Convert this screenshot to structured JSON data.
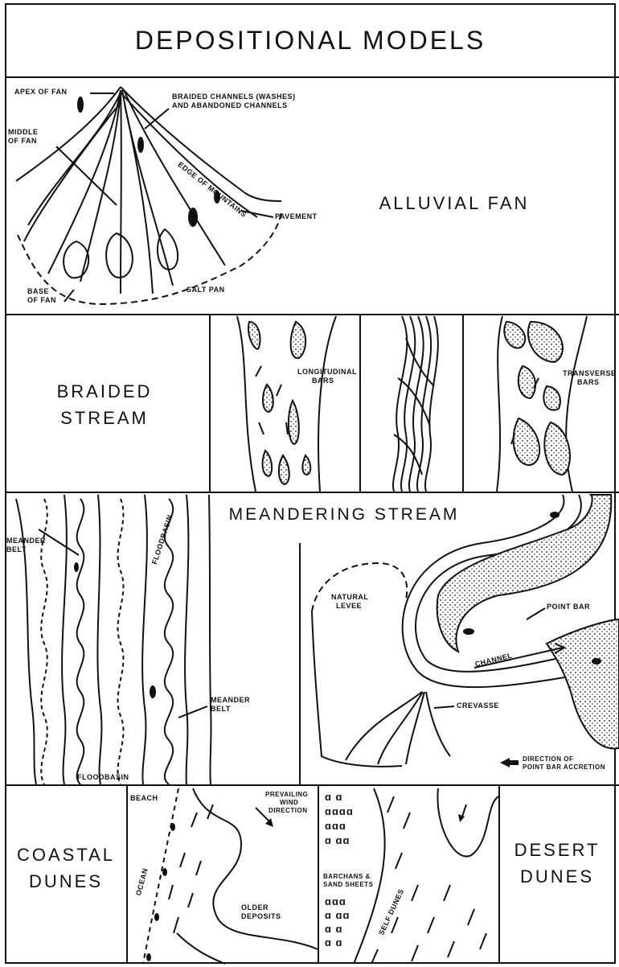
{
  "title": "DEPOSITIONAL MODELS",
  "alluvial_fan": {
    "heading": "ALLUVIAL FAN",
    "labels": {
      "apex": "APEX OF FAN",
      "braided": "BRAIDED CHANNELS (WASHES)",
      "abandoned": "AND ABANDONED CHANNELS",
      "middle_1": "MIDDLE",
      "middle_2": "OF FAN",
      "edge": "EDGE OF MOUNTAINS",
      "pavement": "PAVEMENT",
      "base_1": "BASE",
      "base_2": "OF FAN",
      "salt_pan": "SALT PAN"
    }
  },
  "braided_stream": {
    "heading_1": "BRAIDED",
    "heading_2": "STREAM",
    "labels": {
      "long_1": "LONGITUDINAL",
      "long_2": "BARS",
      "trans_1": "TRANSVERSE",
      "trans_2": "BARS"
    }
  },
  "meandering_stream": {
    "heading": "MEANDERING STREAM",
    "labels": {
      "meander_belt_left_1": "MEANDER",
      "meander_belt_left_2": "BELT",
      "floodbasin_right": "FLOODBASIN",
      "meander_belt_right_1": "MEANDER",
      "meander_belt_right_2": "BELT",
      "floodbasin_bottom": "FLOODBASIN",
      "natural_levee_1": "NATURAL",
      "natural_levee_2": "LEVEE",
      "point_bar": "POINT BAR",
      "channel": "CHANNEL",
      "crevasse": "CREVASSE",
      "direction_1": "DIRECTION OF",
      "direction_2": "POINT BAR ACCRETION"
    }
  },
  "dunes": {
    "coastal_1": "COASTAL",
    "coastal_2": "DUNES",
    "desert_1": "DESERT",
    "desert_2": "DUNES",
    "labels": {
      "beach": "BEACH",
      "wind_1": "PREVAILING",
      "wind_2": "WIND",
      "wind_3": "DIRECTION",
      "ocean": "OCEAN",
      "older_1": "OLDER",
      "older_2": "DEPOSITS",
      "barchans_1": "BARCHANS &",
      "barchans_2": "SAND SHEETS",
      "self_dunes": "SELF DUNES"
    }
  }
}
